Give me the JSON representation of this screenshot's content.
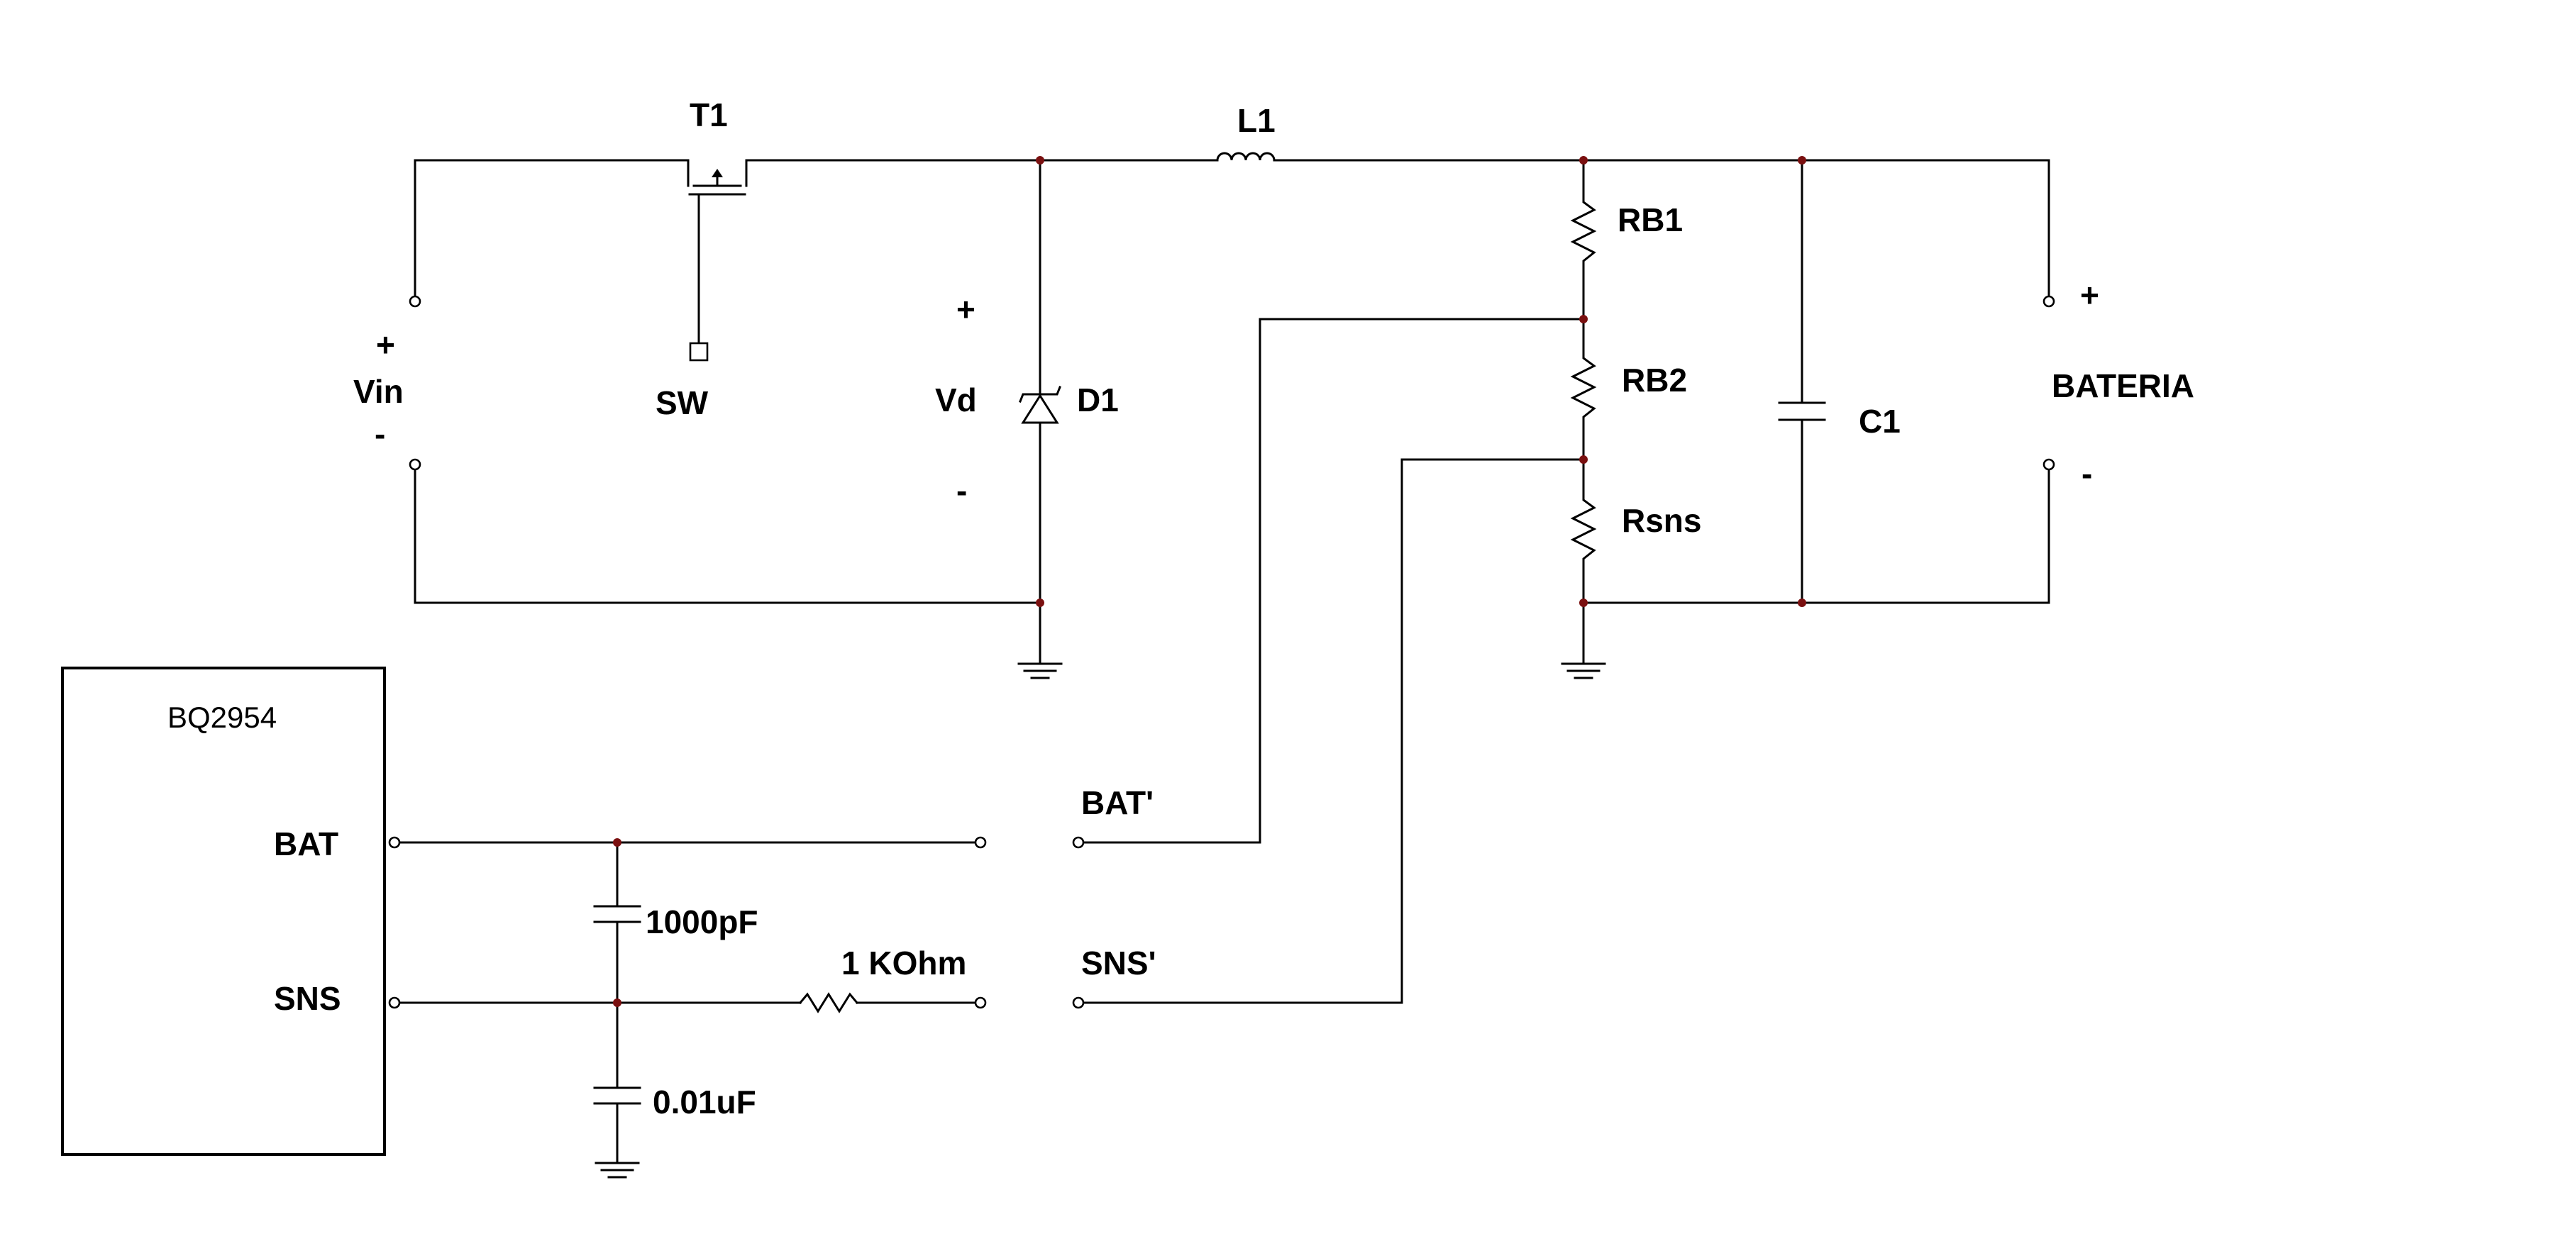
{
  "labels": {
    "t1": "T1",
    "l1": "L1",
    "sw": "SW",
    "vin": "Vin",
    "vd": "Vd",
    "d1": "D1",
    "rb1": "RB1",
    "rb2": "RB2",
    "rsns": "Rsns",
    "c1": "C1",
    "bateria": "BATERIA",
    "chip": "BQ2954",
    "bat": "BAT",
    "sns": "SNS",
    "cap1000": "1000pF",
    "cap001": "0.01uF",
    "r1k": "1 KOhm",
    "bat_prime": "BAT'",
    "sns_prime": "SNS'"
  },
  "polarity": {
    "vin_plus": "+",
    "vin_minus": "-",
    "vd_plus": "+",
    "vd_minus": "-",
    "bat_plus": "+",
    "bat_minus": "-"
  }
}
